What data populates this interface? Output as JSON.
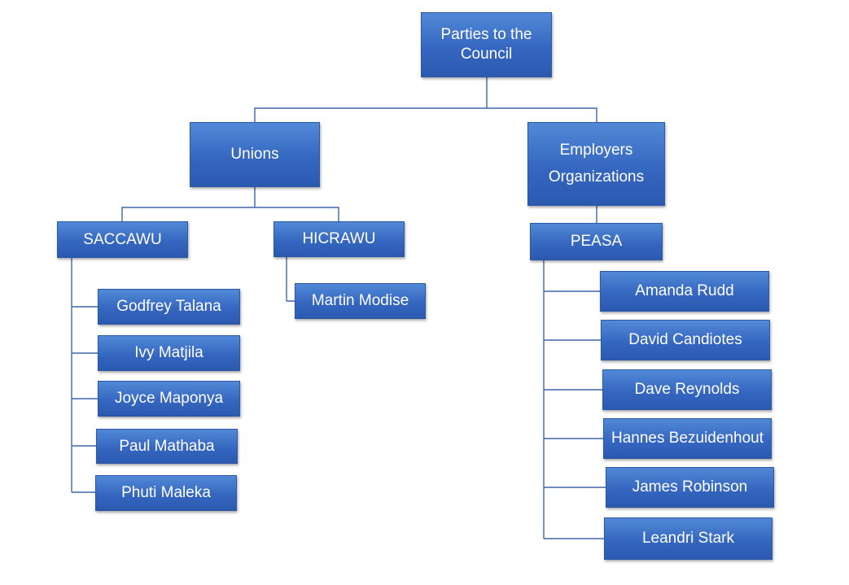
{
  "root": {
    "label": "Parties to the Council"
  },
  "branches": {
    "unions": {
      "label": "Unions",
      "groups": {
        "saccawu": {
          "label": "SACCAWU",
          "members": [
            "Godfrey Talana",
            "Ivy Matjila",
            "Joyce Maponya",
            "Paul Mathaba",
            "Phuti Maleka"
          ]
        },
        "hicrawu": {
          "label": "HICRAWU",
          "members": [
            "Martin Modise"
          ]
        }
      }
    },
    "employers": {
      "label": "Employers Organizations",
      "groups": {
        "peasa": {
          "label": "PEASA",
          "members": [
            "Amanda Rudd",
            "David Candiotes",
            "Dave Reynolds",
            "Hannes Bezuidenhout",
            "James Robinson",
            "Leandri Stark"
          ]
        }
      }
    }
  },
  "colors": {
    "box_fill": "#3567c0",
    "box_text": "#ffffff",
    "connector": "#3e66a8"
  }
}
